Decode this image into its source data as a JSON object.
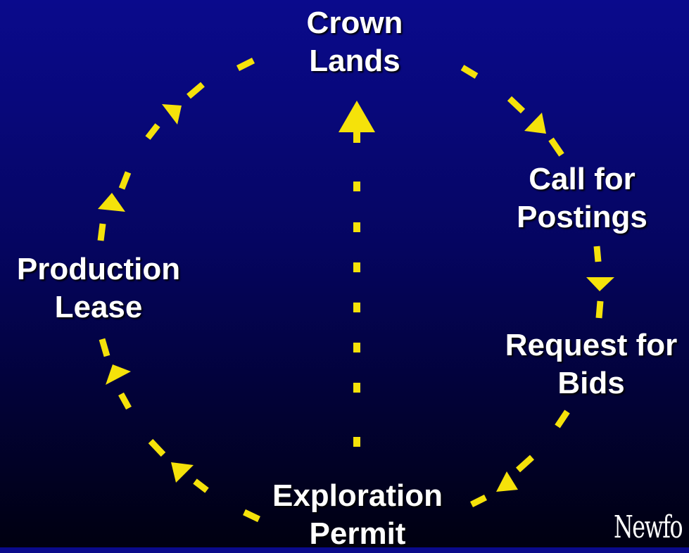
{
  "diagram": {
    "nodes": {
      "crown_lands": {
        "line1": "Crown",
        "line2": "Lands"
      },
      "call_for_postings": {
        "line1": "Call for",
        "line2": "Postings"
      },
      "request_for_bids": {
        "line1": "Request for",
        "line2": "Bids"
      },
      "exploration_permit": {
        "line1": "Exploration",
        "line2": "Permit"
      },
      "production_lease": {
        "line1": "Production",
        "line2": "Lease"
      }
    },
    "edges": [
      {
        "from": "Crown Lands",
        "to": "Call for Postings",
        "style": "dashed"
      },
      {
        "from": "Call for Postings",
        "to": "Request for Bids",
        "style": "dashed"
      },
      {
        "from": "Request for Bids",
        "to": "Exploration Permit",
        "style": "dashed"
      },
      {
        "from": "Exploration Permit",
        "to": "Production Lease",
        "style": "dashed"
      },
      {
        "from": "Production Lease",
        "to": "Crown Lands",
        "style": "dashed"
      },
      {
        "from": "Exploration Permit",
        "to": "Crown Lands",
        "style": "dotted"
      }
    ],
    "watermark": "Newfo",
    "colors": {
      "arrow": "#f5e20a",
      "text": "#ffffff",
      "background_top": "#0a0a8c",
      "background_bottom": "#000010"
    }
  }
}
